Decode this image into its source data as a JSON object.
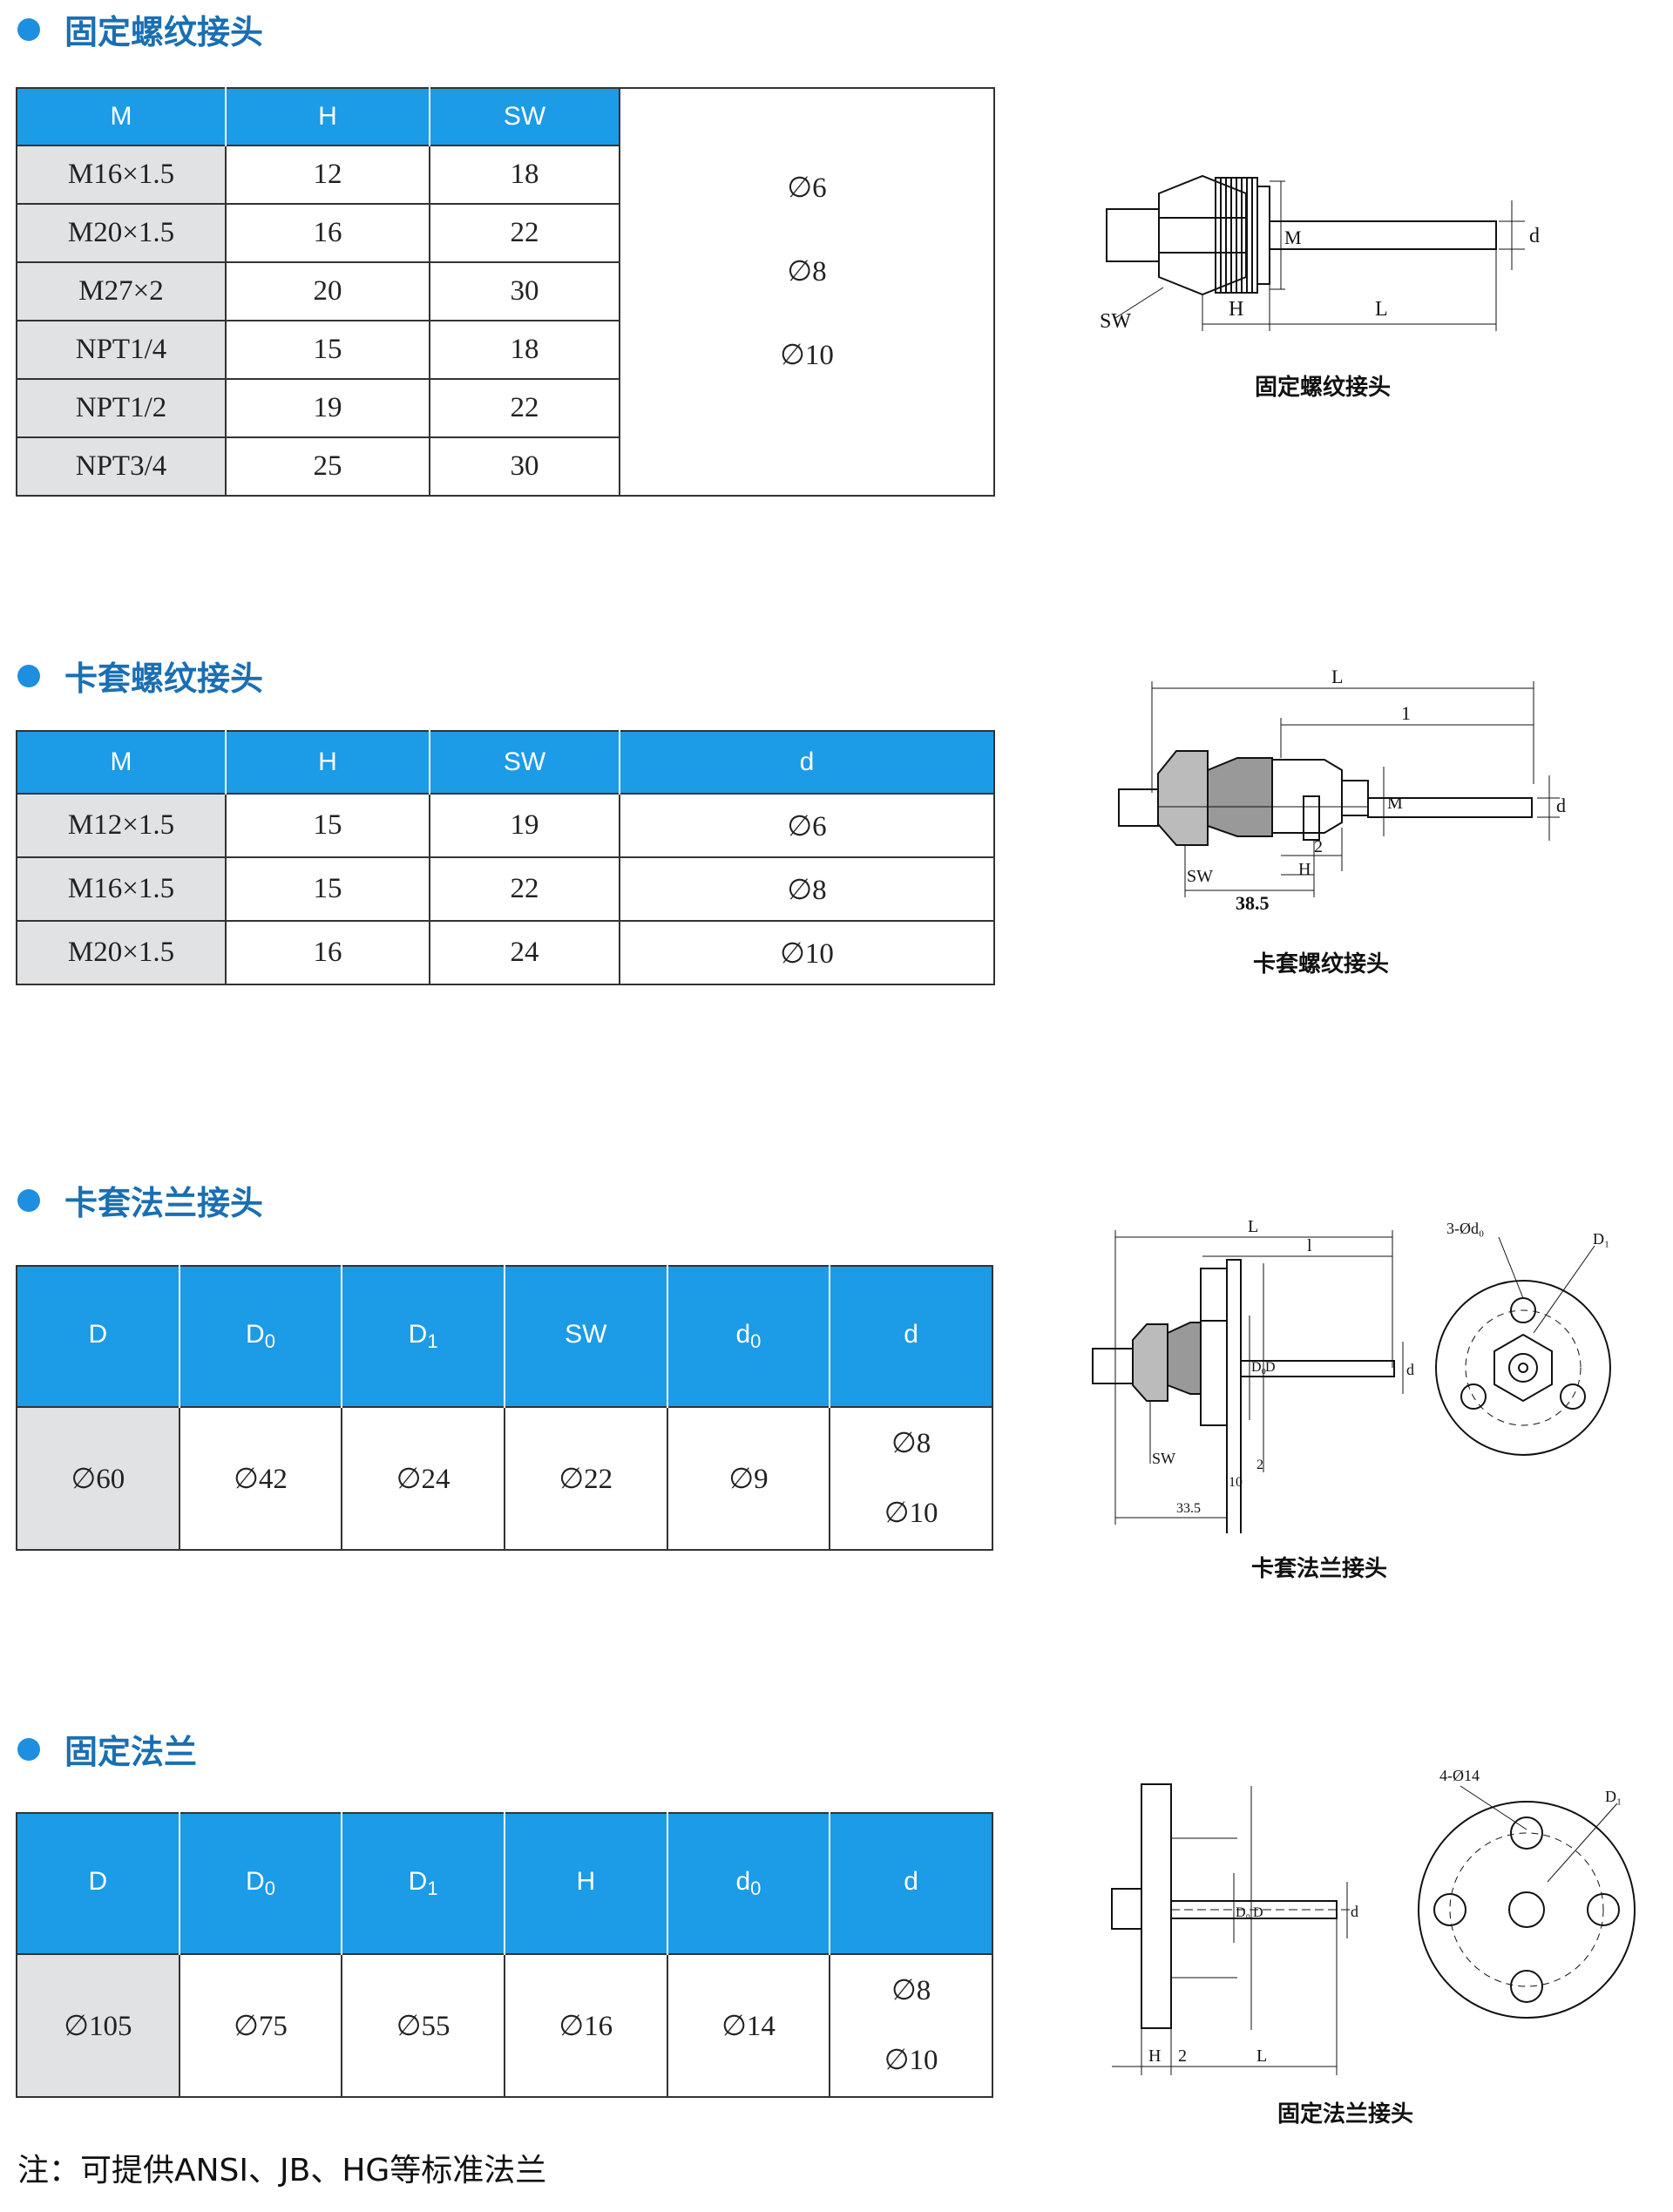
{
  "sections": [
    {
      "title": "固定螺纹接头",
      "headers": [
        "M",
        "H",
        "SW"
      ],
      "rows": [
        [
          "M16×1.5",
          "12",
          "18"
        ],
        [
          "M20×1.5",
          "16",
          "22"
        ],
        [
          "M27×2",
          "20",
          "30"
        ],
        [
          "NPT1/4",
          "15",
          "18"
        ],
        [
          "NPT1/2",
          "19",
          "22"
        ],
        [
          "NPT3/4",
          "25",
          "30"
        ]
      ],
      "d_values": [
        "∅6",
        "∅8",
        "∅10"
      ],
      "caption": "固定螺纹接头",
      "fig_labels": {
        "sw": "SW",
        "h": "H",
        "l": "L",
        "m": "M",
        "d": "d"
      }
    },
    {
      "title": "卡套螺纹接头",
      "headers": [
        "M",
        "H",
        "SW",
        "d"
      ],
      "rows": [
        [
          "M12×1.5",
          "15",
          "19",
          "∅6"
        ],
        [
          "M16×1.5",
          "15",
          "22",
          "∅8"
        ],
        [
          "M20×1.5",
          "16",
          "24",
          "∅10"
        ]
      ],
      "caption": "卡套螺纹接头",
      "fig_labels": {
        "l": "L",
        "l1": "1",
        "m": "M",
        "d": "d",
        "two": "2",
        "h": "H",
        "sw": "SW",
        "len": "38.5"
      }
    },
    {
      "title": "卡套法兰接头",
      "headers": [
        {
          "main": "D",
          "sub": ""
        },
        {
          "main": "D",
          "sub": "0"
        },
        {
          "main": "D",
          "sub": "1"
        },
        {
          "main": "SW",
          "sub": ""
        },
        {
          "main": "d",
          "sub": "0"
        },
        {
          "main": "d",
          "sub": ""
        }
      ],
      "values": [
        "∅60",
        "∅42",
        "∅24",
        "∅22",
        "∅9"
      ],
      "d_values": [
        "∅8",
        "∅10"
      ],
      "caption": "卡套法兰接头",
      "fig_labels": {
        "l": "L",
        "l1": "l",
        "holes": "3-Ød₀",
        "d1": "D₁",
        "sw": "SW",
        "ten": "10",
        "two": "2",
        "len": "33.5",
        "d0": "D₀",
        "dd": "D",
        "d": "d"
      }
    },
    {
      "title": "固定法兰",
      "headers": [
        {
          "main": "D",
          "sub": ""
        },
        {
          "main": "D",
          "sub": "0"
        },
        {
          "main": "D",
          "sub": "1"
        },
        {
          "main": "H",
          "sub": ""
        },
        {
          "main": "d",
          "sub": "0"
        },
        {
          "main": "d",
          "sub": ""
        }
      ],
      "values": [
        "∅105",
        "∅75",
        "∅55",
        "∅16",
        "∅14"
      ],
      "d_values": [
        "∅8",
        "∅10"
      ],
      "caption": "固定法兰接头",
      "fig_labels": {
        "holes": "4-Ø14",
        "d1": "D₁",
        "h": "H",
        "two": "2",
        "l": "L",
        "d0": "D₀",
        "dd": "D",
        "d": "d"
      }
    }
  ],
  "note": "注：可提供ANSI、JB、HG等标准法兰"
}
